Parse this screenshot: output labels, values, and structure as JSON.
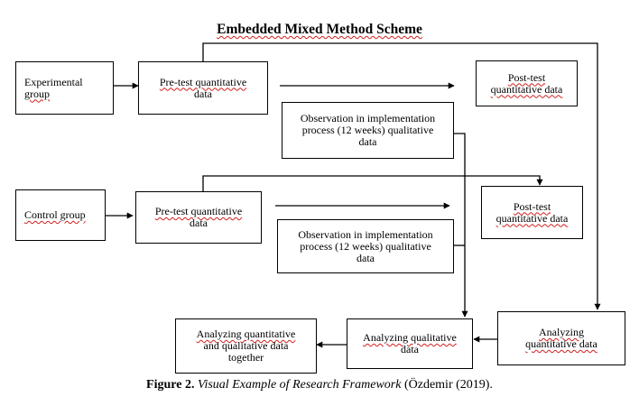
{
  "title": "Embedded Mixed Method Scheme",
  "caption": {
    "label": "Figure 2.",
    "title": "Visual Example of Research Framework",
    "source": "(Özdemir (2019)."
  },
  "nodes": {
    "experimental_group": [
      "Experimental",
      "group"
    ],
    "exp_pretest": [
      "Pre-test quantitative",
      "data"
    ],
    "exp_posttest": [
      "Post-test",
      "quantitative data"
    ],
    "exp_observation": [
      "Observation in implementation",
      "process (12 weeks) qualitative",
      "data"
    ],
    "control_group": [
      "Control group"
    ],
    "ctrl_pretest": [
      "Pre-test quantitative",
      "data"
    ],
    "ctrl_posttest": [
      "Post-test",
      "quantitative data"
    ],
    "ctrl_observation": [
      "Observation in implementation",
      "process (12 weeks) qualitative",
      "data"
    ],
    "analyzing_quantitative": [
      "Analyzing",
      "quantitative data"
    ],
    "analyzing_qualitative": [
      "Analyzing qualitative",
      "data"
    ],
    "analyzing_together": [
      "Analyzing quantitative",
      "and qualitative data",
      "together"
    ]
  },
  "colors": {
    "line": "#000000",
    "spellcheck_underline": "#d21e1e"
  }
}
